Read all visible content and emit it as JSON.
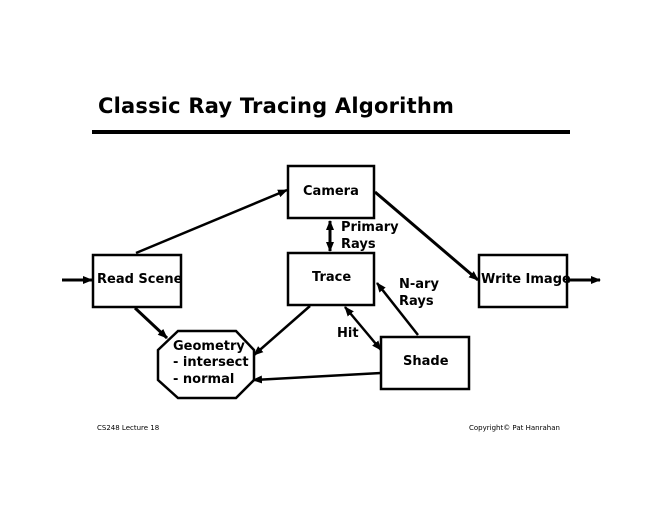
{
  "title": "Classic Ray Tracing Algorithm",
  "nodes": {
    "camera": "Camera",
    "read_scene": "Read Scene",
    "trace": "Trace",
    "write_image": "Write Image",
    "shade": "Shade",
    "geometry": [
      "Geometry",
      "- intersect",
      "- normal"
    ]
  },
  "edge_labels": {
    "primary_rays": [
      "Primary",
      "Rays"
    ],
    "nary_rays": [
      "N-ary",
      "Rays"
    ],
    "hit": "Hit"
  },
  "footer": {
    "left": "CS248 Lecture 18",
    "right": "Copyright© Pat Hanrahan"
  }
}
